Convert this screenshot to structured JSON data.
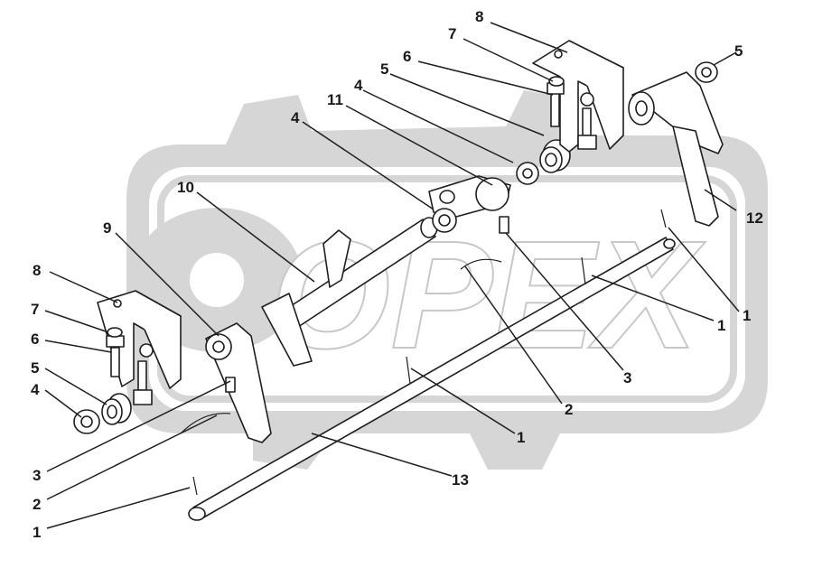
{
  "watermark": {
    "text": "OPEX"
  },
  "callouts": [
    "8",
    "7",
    "6",
    "5",
    "4",
    "11",
    "4",
    "5",
    "10",
    "9",
    "8",
    "7",
    "6",
    "5",
    "4",
    "3",
    "2",
    "1",
    "12",
    "1",
    "1",
    "3",
    "2",
    "1",
    "13"
  ]
}
